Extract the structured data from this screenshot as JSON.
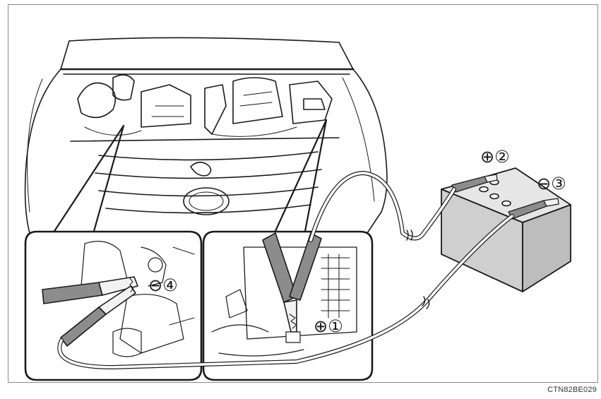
{
  "labels": {
    "plus_1": "⊕①",
    "plus_2": "⊕②",
    "minus_3": "⊖③",
    "minus_4": "⊖④"
  },
  "figure_code": "CTN82BE029",
  "colors": {
    "line": "#1a1a1a",
    "fill_light": "#f2f2f2",
    "battery": "#cfcfcf",
    "clamp": "#8c8c8c"
  }
}
